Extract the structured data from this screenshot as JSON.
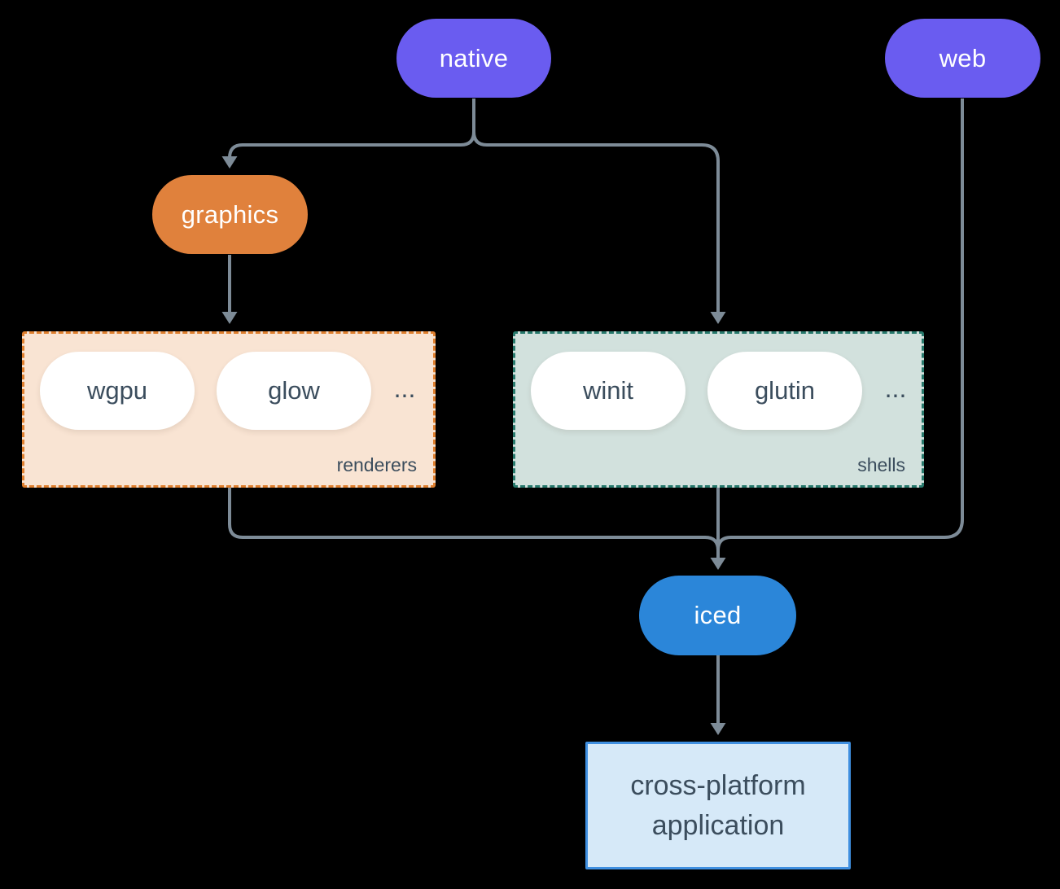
{
  "colors": {
    "background": "#000000",
    "edge": "#7d8b97",
    "node_text_light": "#ffffff",
    "node_text_dark": "#3b4d5d",
    "native_fill": "#6a5cf0",
    "web_fill": "#6a5cf0",
    "graphics_fill": "#e0813c",
    "iced_fill": "#2b86d9",
    "pill_bg": "#ffffff",
    "renderers_bg": "#f9e4d3",
    "renderers_border": "#df7f2e",
    "shells_bg": "#d2e1dd",
    "shells_border": "#27796c",
    "app_bg": "#d6e9f8",
    "app_border": "#3f8fe0"
  },
  "nodes": {
    "native": {
      "label": "native"
    },
    "web": {
      "label": "web"
    },
    "graphics": {
      "label": "graphics"
    },
    "iced": {
      "label": "iced"
    }
  },
  "groups": {
    "renderers": {
      "caption": "renderers",
      "items": [
        "wgpu",
        "glow"
      ],
      "ellipsis": "..."
    },
    "shells": {
      "caption": "shells",
      "items": [
        "winit",
        "glutin"
      ],
      "ellipsis": "..."
    }
  },
  "application": {
    "line1": "cross-platform",
    "line2": "application"
  }
}
